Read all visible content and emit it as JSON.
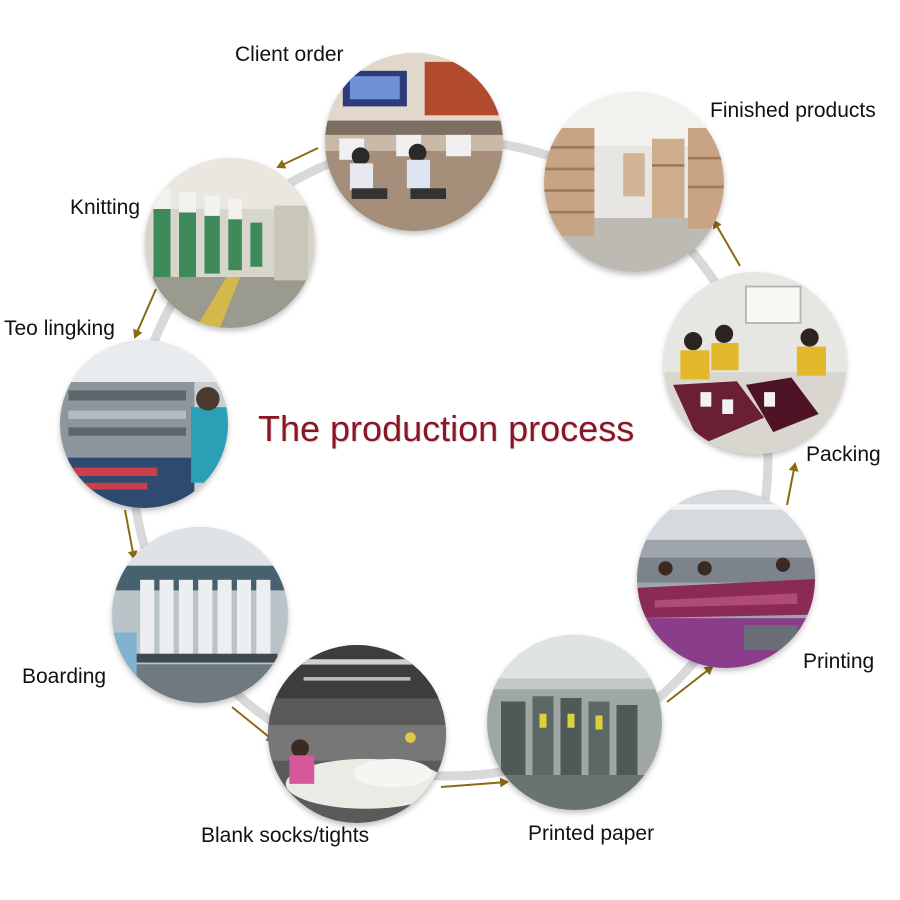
{
  "title": "The production process",
  "colors": {
    "title": "#8a1525",
    "arrow": "#8a6a13",
    "ring": "#d9d9d9"
  },
  "stages": [
    {
      "id": "client-order",
      "label": "Client order",
      "scene": "office"
    },
    {
      "id": "knitting",
      "label": "Knitting",
      "scene": "knitting machines"
    },
    {
      "id": "teo-lingking",
      "label": "Teo lingking",
      "scene": "linking machine"
    },
    {
      "id": "boarding",
      "label": "Boarding",
      "scene": "sock boarding forms"
    },
    {
      "id": "blank-socks",
      "label": "Blank socks/tights",
      "scene": "factory floor"
    },
    {
      "id": "printed-paper",
      "label": "Printed paper",
      "scene": "printing press"
    },
    {
      "id": "printing",
      "label": "Printing",
      "scene": "printing line"
    },
    {
      "id": "packing",
      "label": "Packing",
      "scene": "packing workers"
    },
    {
      "id": "finished-products",
      "label": "Finished products",
      "scene": "warehouse boxes"
    }
  ]
}
